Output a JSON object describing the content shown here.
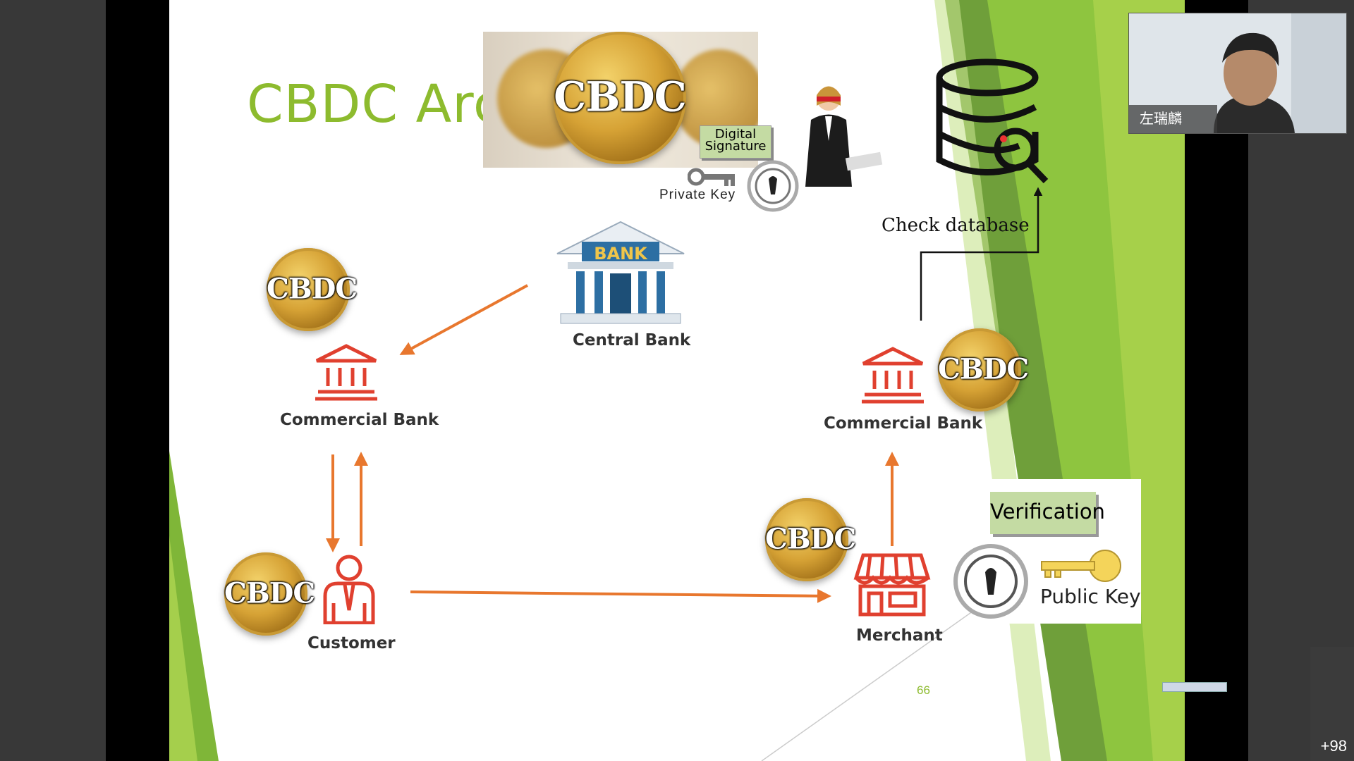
{
  "slide": {
    "title": "CBDC Arch",
    "coin_text": "CBDC",
    "nodes": {
      "central_bank": "Central Bank",
      "commercial_bank_left": "Commercial Bank",
      "commercial_bank_right": "Commercial Bank",
      "customer": "Customer",
      "merchant": "Merchant"
    },
    "bank_sign": "BANK",
    "digital_signature": "Digital\nSignature",
    "private_key": "Private Key",
    "verification": "Verification",
    "public_key": "Public Key",
    "check_database": "Check database",
    "page_number": "66"
  },
  "meeting": {
    "participant_name": "左瑞麟",
    "more_participants": "+98"
  },
  "colors": {
    "accent_green": "#8dbb2e",
    "arrow_orange": "#e8772e",
    "icon_red": "#e0402f",
    "verify_box": "#c4dba3"
  }
}
